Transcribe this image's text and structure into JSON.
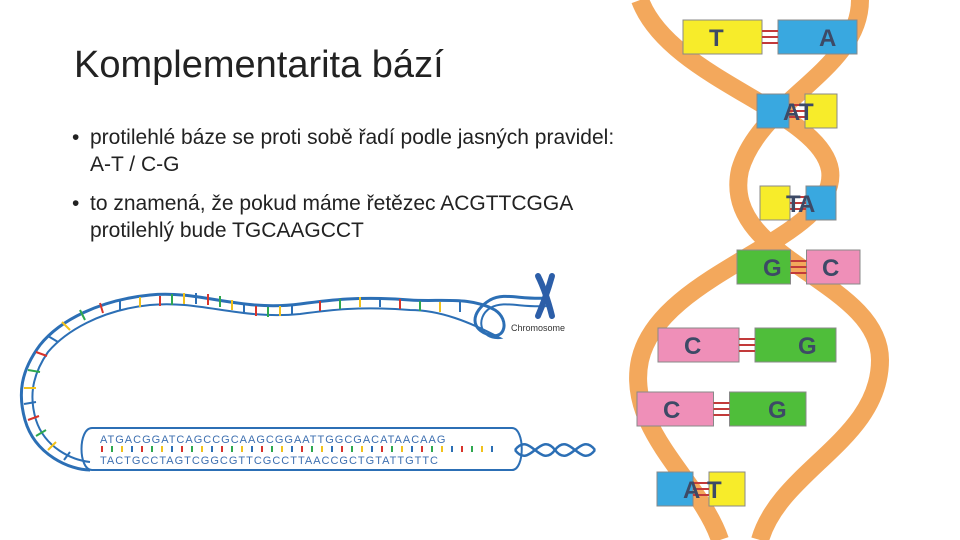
{
  "slide": {
    "title": "Komplementarita bází",
    "bullets": [
      "protilehlé báze se proti sobě řadí podle jasných pravidel: A-T / C-G",
      "to znamená, že pokud máme řetězec ACGTTCGGA protilehlý bude TGCAAGCCT"
    ]
  },
  "strand_figure": {
    "label": "Chromosome",
    "top_sequence": "ATGACGGATCAGCCGCAAGCGGAATTGGCGACATAACAAG",
    "bottom_sequence": "TACTGCCTAGTCGGCGTTCGCCTTAACCGCTGTATTGTTC"
  },
  "ladder": {
    "colors": {
      "T": "#f7ec2a",
      "A": "#39a8e0",
      "G": "#4fbe3a",
      "C": "#ef8fb8",
      "backbone": "#f3a85c",
      "bond": "#c23a3a"
    },
    "rungs": [
      {
        "left": "T",
        "right": "A"
      },
      {
        "left": "A",
        "right": "T"
      },
      {
        "left": "T",
        "right": "A"
      },
      {
        "left": "G",
        "right": "C"
      },
      {
        "left": "C",
        "right": "G"
      },
      {
        "left": "C",
        "right": "G"
      },
      {
        "left": "A",
        "right": "T"
      }
    ]
  }
}
